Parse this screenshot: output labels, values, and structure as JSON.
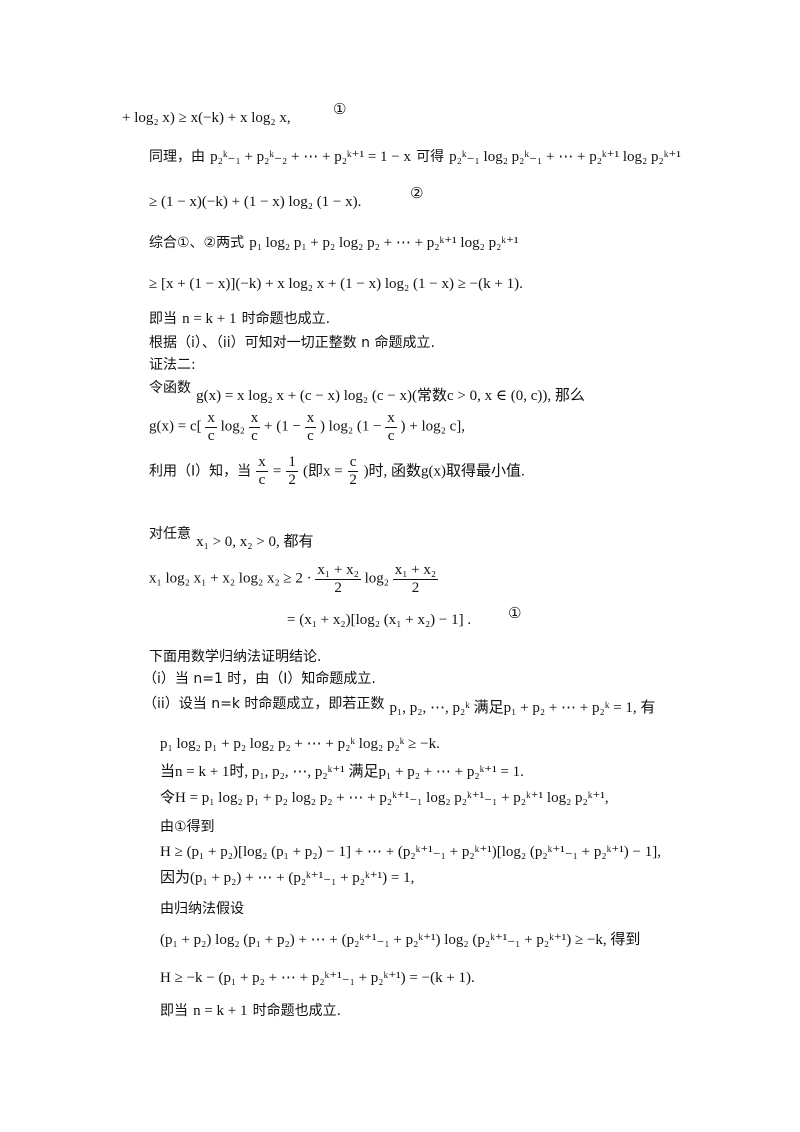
{
  "lines": [
    {
      "id": "l01",
      "text": "+ log₂ x) ≥ x(−k) + x log₂ x,"
    },
    {
      "id": "l02a",
      "text": "同理，由"
    },
    {
      "id": "l02b",
      "text": "p₂ᵏ₋₁ + p₂ᵏ₋₂ + ⋯ + p₂ᵏ⁺¹ = 1 − x"
    },
    {
      "id": "l02c",
      "text": "可得"
    },
    {
      "id": "l02d",
      "text": "p₂ᵏ₋₁ log₂ p₂ᵏ₋₁ + ⋯ + p₂ᵏ⁺¹ log₂ p₂ᵏ⁺¹"
    },
    {
      "id": "l03",
      "text": "≥ (1 − x)(−k) + (1 − x) log₂ (1 − x)."
    },
    {
      "id": "l04a",
      "text": "综合①、②两式"
    },
    {
      "id": "l04b",
      "text": "p₁ log₂ p₁ + p₂ log₂ p₂ + ⋯ + p₂ᵏ⁺¹ log₂ p₂ᵏ⁺¹"
    },
    {
      "id": "l05",
      "text": "≥ [x + (1 − x)](−k) + x log₂ x + (1 − x) log₂ (1 − x) ≥ −(k + 1)."
    },
    {
      "id": "l06a",
      "text": "即当"
    },
    {
      "id": "l06b",
      "text": "n = k + 1"
    },
    {
      "id": "l06c",
      "text": "时命题也成立."
    },
    {
      "id": "l07",
      "text": "根据（i）、（ii）可知对一切正整数 n 命题成立."
    },
    {
      "id": "l08",
      "text": "证法二:"
    },
    {
      "id": "l09a",
      "text": "令函数"
    },
    {
      "id": "l09b",
      "text": "g(x) = x log₂ x + (c − x) log₂ (c − x)(常数c > 0, x ∈ (0, c)), 那么"
    },
    {
      "id": "l10a",
      "text": "g(x) = c["
    },
    {
      "id": "l10b",
      "text": "log₂"
    },
    {
      "id": "l10c",
      "text": "+ (1 −"
    },
    {
      "id": "l10d",
      "text": ") log₂ (1 −"
    },
    {
      "id": "l10e",
      "text": ") + log₂ c],"
    },
    {
      "id": "l11a",
      "text": "利用（Ⅰ）知，当"
    },
    {
      "id": "l11b",
      "text": "(即x ="
    },
    {
      "id": "l11c",
      "text": ")时, 函数g(x)取得最小值."
    },
    {
      "id": "l12a",
      "text": "对任意"
    },
    {
      "id": "l12b",
      "text": "x₁ > 0, x₂ > 0, 都有"
    },
    {
      "id": "l13a",
      "text": "x₁ log₂ x₁ + x₂ log₂ x₂ ≥ 2 ·"
    },
    {
      "id": "l13b",
      "text": "log₂"
    },
    {
      "id": "l14",
      "text": "= (x₁ + x₂)[log₂ (x₁ + x₂) − 1] ."
    },
    {
      "id": "l15",
      "text": "下面用数学归纳法证明结论."
    },
    {
      "id": "l16",
      "text": "（i）当 n=1 时，由（I）知命题成立."
    },
    {
      "id": "l17a",
      "text": "（ii）设当 n=k 时命题成立，即若正数"
    },
    {
      "id": "l17b",
      "text": "p₁, p₂, ⋯, p₂ᵏ 满足p₁ + p₂ + ⋯ + p₂ᵏ = 1, 有"
    },
    {
      "id": "l18",
      "text": "p₁ log₂ p₁ + p₂ log₂ p₂ + ⋯ + p₂ᵏ log₂ p₂ᵏ ≥ −k."
    },
    {
      "id": "l19",
      "text": "当n = k + 1时, p₁, p₂, ⋯, p₂ᵏ⁺¹ 满足p₁ + p₂ + ⋯ + p₂ᵏ⁺¹ = 1."
    },
    {
      "id": "l20",
      "text": "令H = p₁ log₂ p₁ + p₂ log₂ p₂ + ⋯ + p₂ᵏ⁺¹₋₁ log₂ p₂ᵏ⁺¹₋₁ + p₂ᵏ⁺¹ log₂ p₂ᵏ⁺¹,"
    },
    {
      "id": "l21",
      "text": "由①得到"
    },
    {
      "id": "l22",
      "text": "H ≥ (p₁ + p₂)[log₂ (p₁ + p₂) − 1] + ⋯ + (p₂ᵏ⁺¹₋₁ + p₂ᵏ⁺¹)[log₂ (p₂ᵏ⁺¹₋₁ + p₂ᵏ⁺¹) − 1],"
    },
    {
      "id": "l23",
      "text": "因为(p₁ + p₂) + ⋯ + (p₂ᵏ⁺¹₋₁ + p₂ᵏ⁺¹) = 1,"
    },
    {
      "id": "l24",
      "text": "由归纳法假设"
    },
    {
      "id": "l25",
      "text": "(p₁ + p₂) log₂ (p₁ + p₂) + ⋯ + (p₂ᵏ⁺¹₋₁ + p₂ᵏ⁺¹) log₂ (p₂ᵏ⁺¹₋₁ + p₂ᵏ⁺¹) ≥ −k, 得到"
    },
    {
      "id": "l26",
      "text": "H ≥ −k − (p₁ + p₂ + ⋯ + p₂ᵏ⁺¹₋₁ + p₂ᵏ⁺¹) = −(k + 1)."
    },
    {
      "id": "l27a",
      "text": "即当"
    },
    {
      "id": "l27b",
      "text": "n = k + 1"
    },
    {
      "id": "l27c",
      "text": "时命题也成立."
    }
  ],
  "fractions": {
    "x_over_c": {
      "num": "x",
      "den": "c"
    },
    "one_half": {
      "num": "1",
      "den": "2"
    },
    "c_over_2": {
      "num": "c",
      "den": "2"
    },
    "x1x2_over_2": {
      "num": "x₁ + x₂",
      "den": "2"
    }
  },
  "markers": {
    "circle1": "①",
    "circle2": "②"
  }
}
